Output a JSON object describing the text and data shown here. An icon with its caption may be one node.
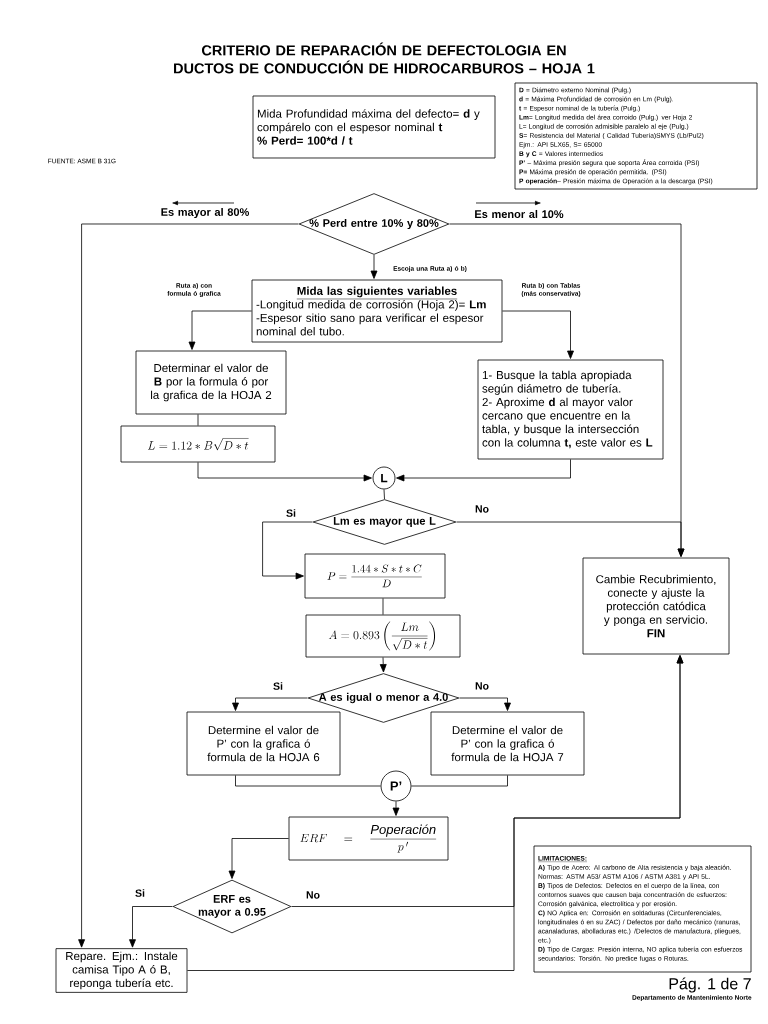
{
  "diagram": {
    "title": "CRITERIO DE REPARACIÓN DE DEFECTOLOGIA EN DUCTOS DE CONDUCCIÓN DE HIDROCARBUROS – HOJA 1",
    "nodes": [
      {
        "text": [
          "Mida Profundidad máxima del defecto= **d** y compárelo con el espesor nominal **t**",
          "% Perd= 100*d / t"
        ]
      },
      {
        "text": [
          "**D** = Diámetro externo Nominal (Pulg.)",
          "**d** = Máxima Profundidad de corrosión en Lm (Pulg).",
          "**t** = Espesor nominal de la tubería (Pulg.)",
          "**Lm**= Longitud medida del área corroido (Pulg.) ver Hoja 2",
          "L= Longitud de corrosión admisible paralelo al eje (Pulg.)",
          "**S**= Resistencia del Material ( Calidad Tubería)SMYS (Lb/Pul2)",
          "Ejm.: API 5LX65, S= 65000",
          "**B y C** = Valores intermedios",
          "**P’** – Máxima presión segura que soporta Área corroida (PSI)",
          "**P=** Máxima presión de operación permitida. (PSI)",
          "**P operación**– Presión máxima de Operación a la descarga (PSI)"
        ]
      },
      {
        "text": [
          "% Perd entre 10% y 80%"
        ]
      },
      {
        "text": [
          "Mida las siguientes variables",
          "-Longitud medida de corrosión (Hoja 2)= **Lm** -Espesor sitio sano para verificar el espesor nominal del tubo."
        ]
      },
      {
        "text": [
          "Determinar el valor de **B** por la formula ó por la grafica de la HOJA 2"
        ]
      },
      {
        "text": [
          "L = 1.12 * B \\sqrt{D * t}"
        ]
      },
      {
        "text": [
          "1- Busque la tabla apropiada según diámetro de tubería.",
          "2- Aproxime **d** al mayor valor cercano que encuentre en la tabla, y busque la intersección con la columna **t,** este valor es **L**"
        ]
      },
      {
        "text": [
          "L"
        ]
      },
      {
        "text": [
          "Lm es mayor que L"
        ]
      },
      {
        "text": [
          "P = \\frac{1.44 * S * t * C}{D}"
        ]
      },
      {
        "text": [
          "A = 0.893\\left(\\frac{Lm}{\\sqrt{D*t}}\\right)"
        ]
      },
      {
        "text": [
          "Cambie Recubrimiento, conecte y ajuste la protección catódica y ponga en servicio.",
          "FIN"
        ]
      },
      {
        "text": [
          "A es igual o menor a 4.0"
        ]
      },
      {
        "text": [
          "Determine el valor de P’ con la grafica ó formula de la HOJA 6"
        ]
      },
      {
        "text": [
          "Determine el valor de P’ con la grafica ó formula de la HOJA 7"
        ]
      },
      {
        "text": [
          "P’"
        ]
      },
      {
        "text": [
          "ERF \\quad = \\quad \\frac{\\textit{Poperación}}{p\\,'}"
        ]
      },
      {
        "text": [
          "ERF es mayor a 0.95"
        ]
      },
      {
        "text": [
          "Repare. Ejm.: Instale camisa Tipo A ó B, reponga tubería etc."
        ]
      },
      {
        "text": [
          "LIMITACIONES:",
          "**A)** Tipo de Acero: Al carbono de Alta resistencia y baja aleación. Normas: ASTM A53/ ASTM A106 / ASTM A381 y API 5L.",
          "**B)** Tipos de Defectos: Defectos en el cuerpo de la línea, con contornos suaves que causen baja concentración de esfuerzos: Corrosión galvánica, electrolítica y por erosión.",
          "**C)** NO Aplica en: Corrosión en soldaduras (Circunferenciales, longitudinales ó en su ZAC) / Defectos por daño mecánico (ranuras, acanaladuras, abolladuras etc.) /Defectos de manufactura, pliegues, etc.)",
          "**D)** Tipo de Cargas: Presión interna, NO aplica tubería con esfuerzos secundarios: Torsión. No predice fugas o Roturas."
        ]
      }
    ],
    "edges": [
      {
        "from": 2,
        "to": 18,
        "arrow": "to",
        "label": "Es mayor al 80%"
      },
      {
        "from": 2,
        "to": 11,
        "arrow": "to",
        "label": "Es menor al 10%"
      },
      {
        "from": 2,
        "to": 3,
        "arrow": "to",
        "label": "Escoja una Ruta a) ó b)"
      },
      {
        "from": 3,
        "to": 4,
        "arrow": "to",
        "label": "Ruta a) con formula ó grafica"
      },
      {
        "from": 3,
        "to": 6,
        "arrow": "to",
        "label": "Ruta b) con Tablas (más conservativa)"
      },
      {
        "from": 4,
        "to": 5,
        "arrow": "none"
      },
      {
        "from": 5,
        "to": 7,
        "arrow": "to"
      },
      {
        "from": 6,
        "to": 7,
        "arrow": "to"
      },
      {
        "from": 7,
        "to": 8,
        "arrow": "none"
      },
      {
        "from": 8,
        "to": 9,
        "arrow": "to",
        "label": "Si"
      },
      {
        "from": 8,
        "to": 11,
        "arrow": "to",
        "label": "No"
      },
      {
        "from": 9,
        "to": 10,
        "arrow": "none"
      },
      {
        "from": 10,
        "to": 12,
        "arrow": "to"
      },
      {
        "from": 12,
        "to": 13,
        "arrow": "to",
        "label": "Si"
      },
      {
        "from": 12,
        "to": 14,
        "arrow": "to",
        "label": "No"
      },
      {
        "from": 13,
        "to": 15,
        "arrow": "none"
      },
      {
        "from": 14,
        "to": 15,
        "arrow": "none"
      },
      {
        "from": 15,
        "to": 16,
        "arrow": "to"
      },
      {
        "from": 16,
        "to": 17,
        "arrow": "to"
      },
      {
        "from": 17,
        "to": 18,
        "arrow": "to",
        "label": "Si"
      },
      {
        "from": 17,
        "to": 11,
        "arrow": "to",
        "label": "No"
      },
      {
        "from": 18,
        "to": 11,
        "arrow": "to"
      }
    ],
    "labels": [
      "FUENTE: ASME B 31G",
      "Pág. 1 de 7",
      "Departamento de Mantenimiento Norte"
    ]
  }
}
